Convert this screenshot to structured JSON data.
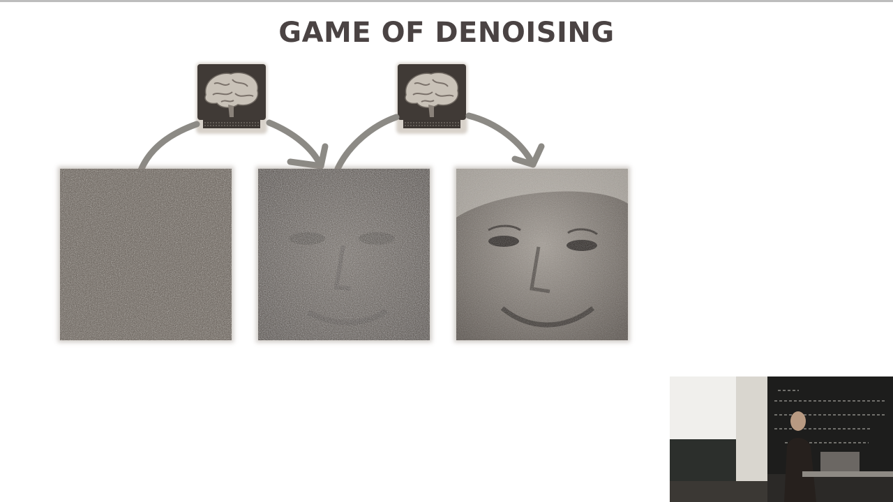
{
  "slide": {
    "title": "GAME OF DENOISING"
  },
  "colors": {
    "title": "#4a4343",
    "arrow": "#8c8a85",
    "noise_dark": "#3e3834",
    "noise_light": "#c9c4bd",
    "board": "#252422"
  },
  "images": [
    {
      "name": "pure-noise",
      "noise_level": 1.0
    },
    {
      "name": "partially-denoised-face",
      "noise_level": 0.6
    },
    {
      "name": "mostly-denoised-face",
      "noise_level": 0.25
    }
  ],
  "icons": [
    "brain-on-monitor-icon",
    "brain-on-monitor-icon"
  ]
}
